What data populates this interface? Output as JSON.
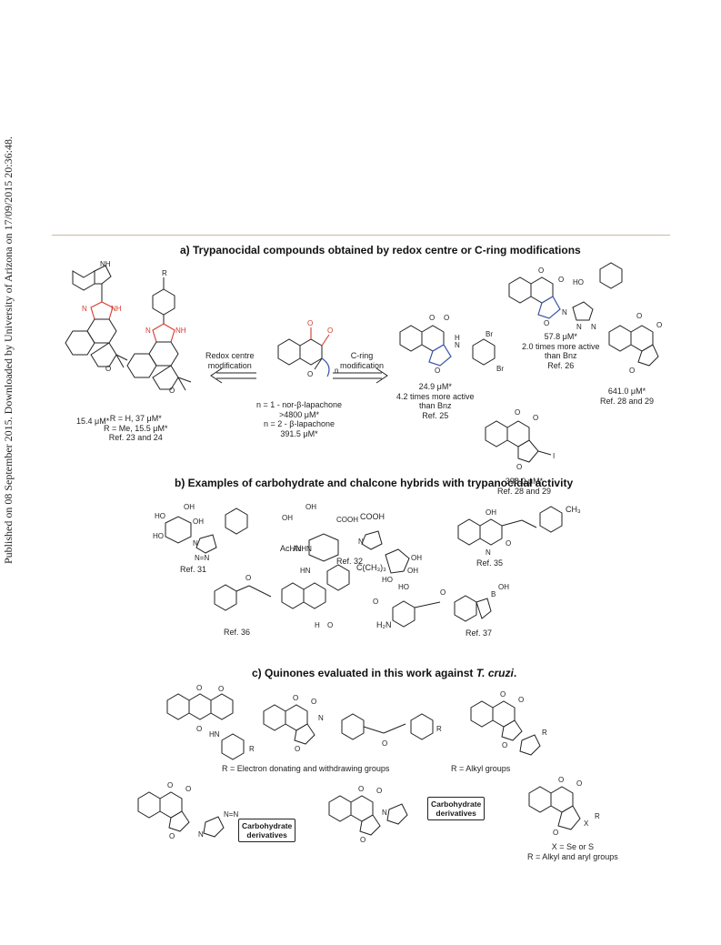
{
  "sidebar_text": "Published on 08 September 2015. Downloaded by University of Arizona on 17/09/2015 20:36:48.",
  "section_a": {
    "title": "a) Trypanocidal compounds obtained by redox centre or C-ring modifications",
    "arrow_left": [
      "Redox centre",
      "modification"
    ],
    "arrow_right": [
      "C-ring",
      "modification"
    ],
    "compounds": [
      {
        "lines": [
          "15.4 μM*"
        ]
      },
      {
        "lines": [
          "R = H, 37 μM*",
          "R = Me, 15.5 μM*",
          "Ref. 23 and 24"
        ]
      },
      {
        "lines": [
          "n = 1 - nor-β-lapachone",
          ">4800 μM*",
          "n = 2 - β-lapachone",
          "391.5 μM*"
        ]
      },
      {
        "lines": [
          "24.9 μM*",
          "4.2 times more active",
          "than Bnz",
          "Ref. 25"
        ]
      },
      {
        "lines": [
          "57.8 μM*",
          "2.0 times more active",
          "than Bnz",
          "Ref. 26"
        ]
      },
      {
        "lines": [
          "641.0 μM*",
          "Ref. 28 and 29"
        ]
      },
      {
        "lines": [
          "398.0 μM*",
          "Ref. 28 and 29"
        ]
      }
    ]
  },
  "section_b": {
    "title": "b) Examples of carbohydrate and chalcone hybrids with trypanocidal activity",
    "refs": [
      "Ref. 31",
      "Ref. 32",
      "Ref. 35",
      "Ref. 36",
      "Ref. 37"
    ],
    "groups": [
      "C(CH₃)₃",
      "COOH",
      "AcHN",
      "CH₃",
      "H₂N"
    ]
  },
  "section_c": {
    "title_prefix": "c) Quinones evaluated in this work against ",
    "title_species": "T. cruzi",
    "title_suffix": ".",
    "r_labels": [
      "R = Electron donating and withdrawing groups",
      "R = Alkyl groups"
    ],
    "boxes": [
      [
        "Carbohydrate",
        "derivatives"
      ],
      [
        "Carbohydrate",
        "derivatives"
      ]
    ],
    "chalcogen": [
      "X = Se or S",
      "R = Alkyl and aryl groups"
    ]
  }
}
